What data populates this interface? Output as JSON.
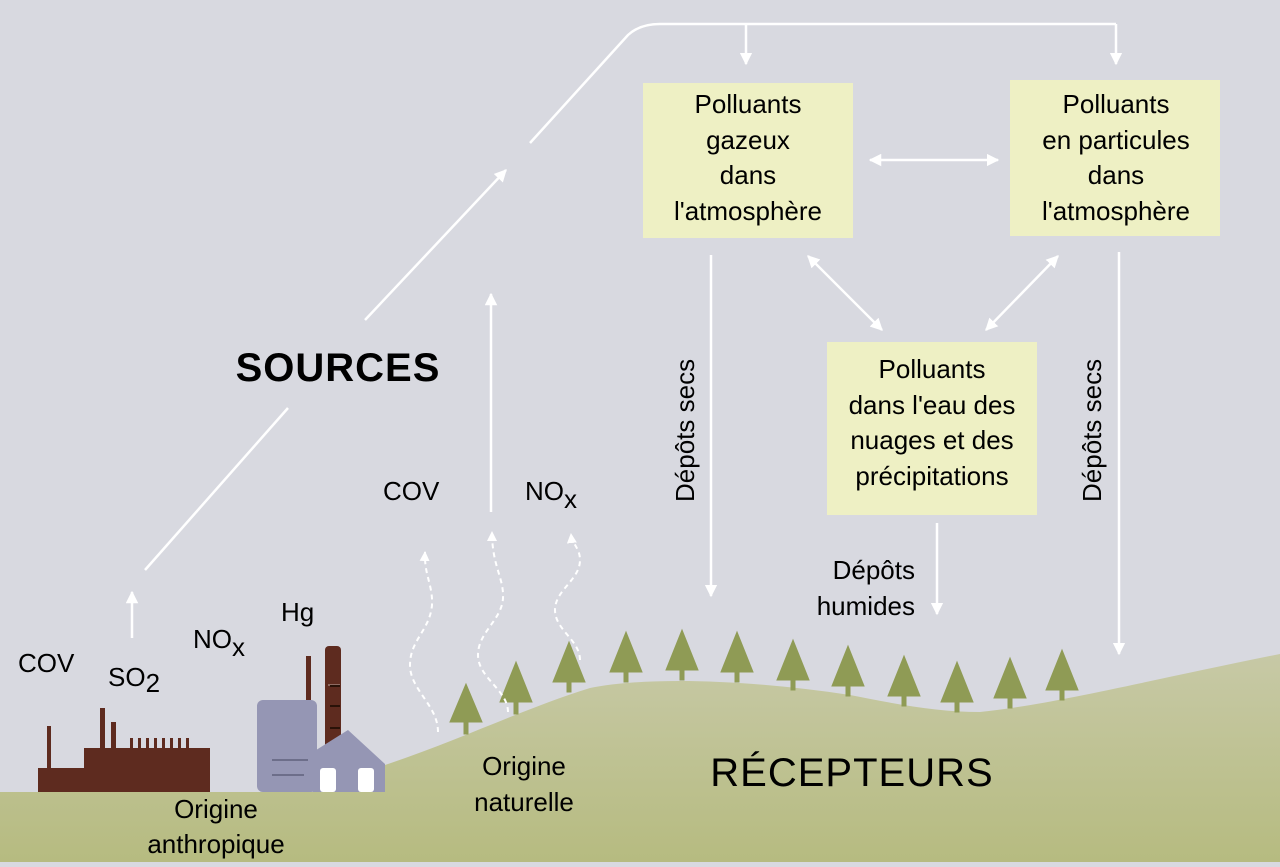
{
  "diagram": {
    "title_sources": "SOURCES",
    "title_receptors": "RÉCEPTEURS",
    "boxes": {
      "gaseous": [
        "Polluants",
        "gazeux",
        "dans",
        "l'atmosphère"
      ],
      "particles": [
        "Polluants",
        "en particules",
        "dans",
        "l'atmosphère"
      ],
      "clouds": [
        "Polluants",
        "dans l'eau des",
        "nuages et des",
        "précipitations"
      ]
    },
    "deposits": {
      "dry_left": "Dépôts secs",
      "dry_right": "Dépôts secs",
      "wet": [
        "Dépôts",
        "humides"
      ]
    },
    "anthropogenic": {
      "cov": "COV",
      "so2_main": "SO",
      "so2_sub": "2",
      "nox_main": "NO",
      "nox_sub": "x",
      "hg": "Hg",
      "origin": [
        "Origine",
        "anthropique"
      ]
    },
    "natural": {
      "cov": "COV",
      "nox_main": "NO",
      "nox_sub": "x",
      "origin": [
        "Origine",
        "naturelle"
      ]
    },
    "colors": {
      "background": "#d8d9e0",
      "ground": "#b8bd85",
      "box_fill": "#eef0c4",
      "factory": "#5e2b1f",
      "building": "#9596b4",
      "tree": "#8f9b55",
      "arrow": "#ffffff"
    },
    "icons": [
      "factory-icon",
      "power-plant-icon",
      "house-icon",
      "tree-icon"
    ]
  }
}
